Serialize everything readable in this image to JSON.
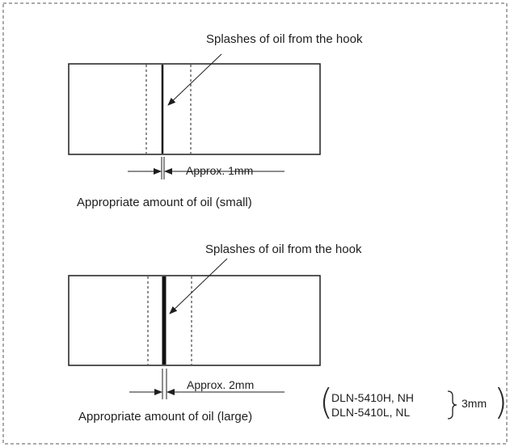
{
  "top": {
    "callout": "Splashes of oil from the hook",
    "dimension": "Approx. 1mm",
    "caption": "Appropriate amount of oil (small)"
  },
  "bottom": {
    "callout": "Splashes of oil from the hook",
    "dimension": "Approx. 2mm",
    "caption": "Appropriate amount of oil (large)",
    "models": [
      "DLN-5410H, NH",
      "DLN-5410L, NL"
    ],
    "models_value": "3mm"
  },
  "colors": {
    "ink": "#1e1e1e",
    "paper": "#ffffff"
  }
}
